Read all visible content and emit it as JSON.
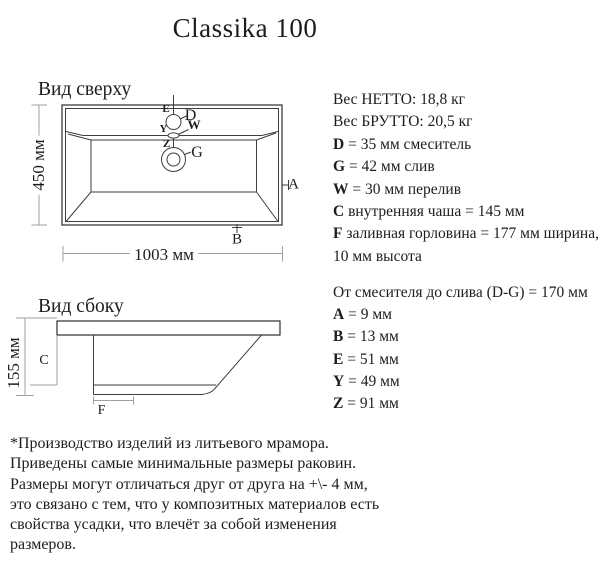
{
  "title": "Classika 100",
  "top_view": {
    "label": "Вид сверху",
    "dim_width": "1003 мм",
    "dim_height": "450 мм",
    "marks": {
      "E": "E",
      "D": "D",
      "Y": "Y",
      "W": "W",
      "Z": "Z",
      "G": "G",
      "A": "A",
      "B": "B"
    }
  },
  "side_view": {
    "label": "Вид сбоку",
    "dim_height": "155 мм",
    "marks": {
      "C": "C",
      "F": "F"
    }
  },
  "specs_primary": [
    {
      "b": "",
      "t": "Вес НЕТТО: 18,8 кг"
    },
    {
      "b": "",
      "t": "Вес БРУТТО: 20,5 кг"
    },
    {
      "b": "D",
      "t": " = 35 мм смеситель"
    },
    {
      "b": "G",
      "t": " = 42 мм слив"
    },
    {
      "b": "W",
      "t": " = 30 мм перелив"
    },
    {
      "b": "C",
      "t": " внутренняя чаша = 145 мм"
    },
    {
      "b": "F",
      "t": " заливная горловина = 177 мм ширина,"
    },
    {
      "b": "",
      "t": "10 мм высота"
    }
  ],
  "specs_secondary": [
    {
      "b": "",
      "t": "От смесителя до слива (D-G) = 170 мм"
    },
    {
      "b": "A",
      "t": " = 9 мм"
    },
    {
      "b": "B",
      "t": " = 13 мм"
    },
    {
      "b": "E",
      "t": " = 51 мм"
    },
    {
      "b": "Y",
      "t": " = 49 мм"
    },
    {
      "b": "Z",
      "t": " = 91 мм"
    }
  ],
  "note": "*Производство изделий из литьевого мрамора.\nПриведены самые минимальные размеры раковин.\nРазмеры могут отличаться друг от друга на +\\- 4 мм,\nэто связано с тем, что у композитных материалов есть\nсвойства усадки, что влечёт за собой изменения\nразмеров."
}
